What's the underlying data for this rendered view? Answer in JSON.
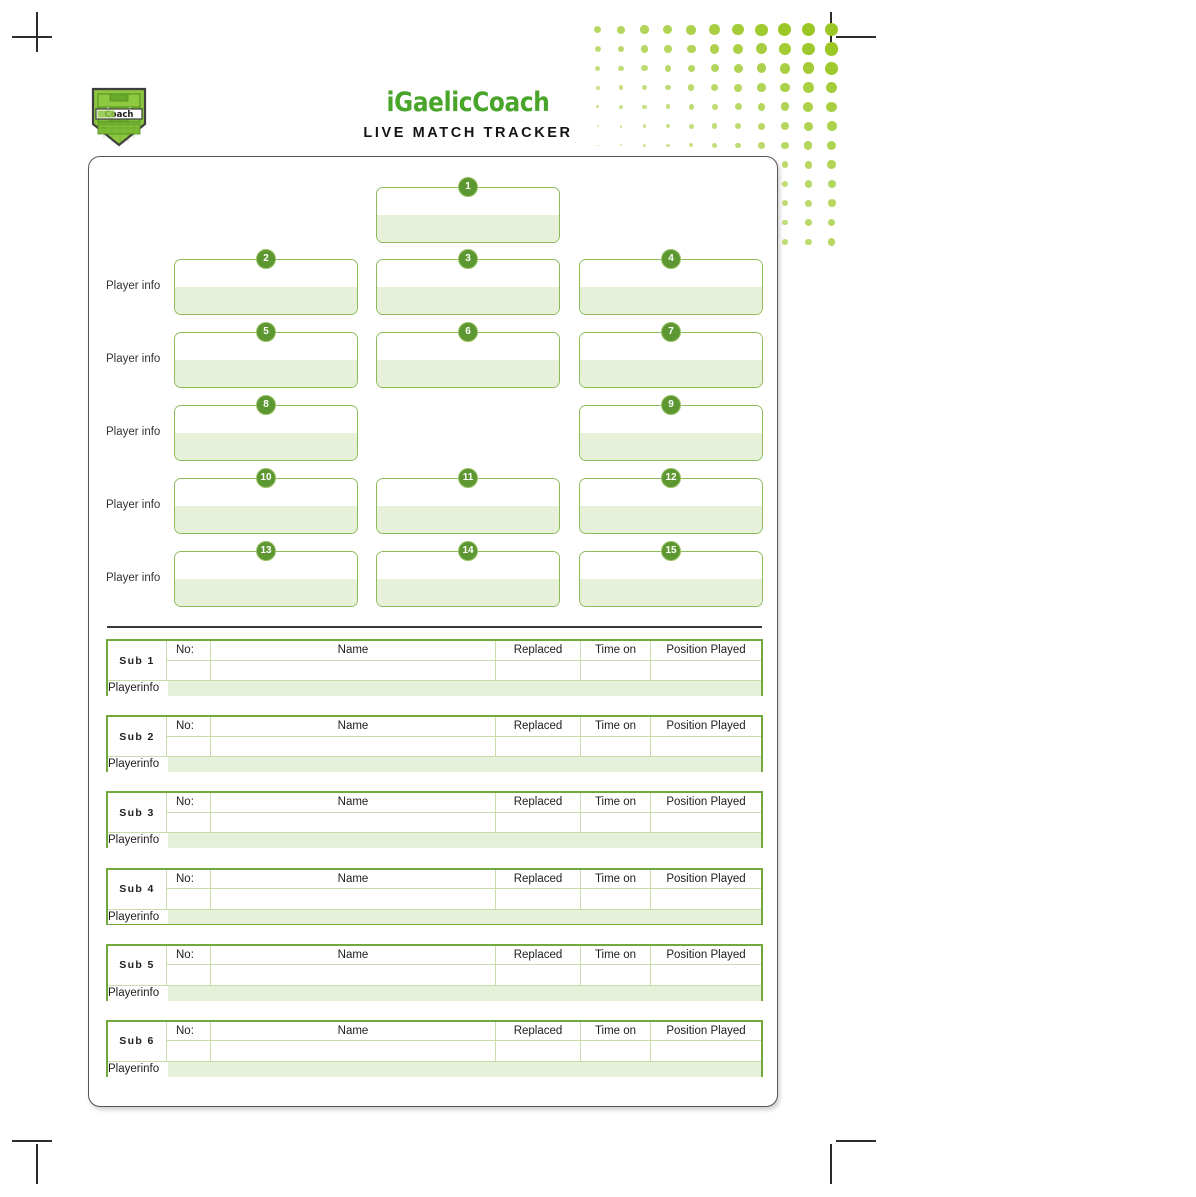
{
  "header": {
    "brand": "iGaelicCoach",
    "subtitle": "LIVE MATCH TRACKER",
    "brand_color": "#49a42a",
    "logo_name": "igaeliccoach-shield-logo"
  },
  "theme": {
    "accent_green": "#72a83c",
    "dot_green": "#9ac723",
    "box_border": "#8cbb5a",
    "box_fill": "#e7f1da",
    "badge_fill": "#5d9732",
    "badge_ring": "#9cc368"
  },
  "formation": {
    "player_info_label": "Player info",
    "rows": [
      {
        "label": "",
        "boxes": [
          {
            "number": "1",
            "col": "center"
          }
        ]
      },
      {
        "label": "Player info",
        "boxes": [
          {
            "number": "2",
            "col": "left"
          },
          {
            "number": "3",
            "col": "center"
          },
          {
            "number": "4",
            "col": "right"
          }
        ]
      },
      {
        "label": "Player info",
        "boxes": [
          {
            "number": "5",
            "col": "left"
          },
          {
            "number": "6",
            "col": "center"
          },
          {
            "number": "7",
            "col": "right"
          }
        ]
      },
      {
        "label": "Player info",
        "boxes": [
          {
            "number": "8",
            "col": "left"
          },
          {
            "number": "9",
            "col": "right"
          }
        ]
      },
      {
        "label": "Player info",
        "boxes": [
          {
            "number": "10",
            "col": "left"
          },
          {
            "number": "11",
            "col": "center"
          },
          {
            "number": "12",
            "col": "right"
          }
        ]
      },
      {
        "label": "Player info",
        "boxes": [
          {
            "number": "13",
            "col": "left"
          },
          {
            "number": "14",
            "col": "center"
          },
          {
            "number": "15",
            "col": "right"
          }
        ]
      }
    ]
  },
  "subs": {
    "columns": {
      "no": "No:",
      "name": "Name",
      "replaced": "Replaced",
      "time_on": "Time on",
      "position": "Position Played"
    },
    "player_info_label": "Playerinfo",
    "rows": [
      {
        "tag": "Sub 1",
        "no": "",
        "name": "",
        "replaced": "",
        "time_on": "",
        "position": ""
      },
      {
        "tag": "Sub 2",
        "no": "",
        "name": "",
        "replaced": "",
        "time_on": "",
        "position": ""
      },
      {
        "tag": "Sub 3",
        "no": "",
        "name": "",
        "replaced": "",
        "time_on": "",
        "position": ""
      },
      {
        "tag": "Sub 4",
        "no": "",
        "name": "",
        "replaced": "",
        "time_on": "",
        "position": ""
      },
      {
        "tag": "Sub 5",
        "no": "",
        "name": "",
        "replaced": "",
        "time_on": "",
        "position": ""
      },
      {
        "tag": "Sub 6",
        "no": "",
        "name": "",
        "replaced": "",
        "time_on": "",
        "position": ""
      }
    ]
  }
}
